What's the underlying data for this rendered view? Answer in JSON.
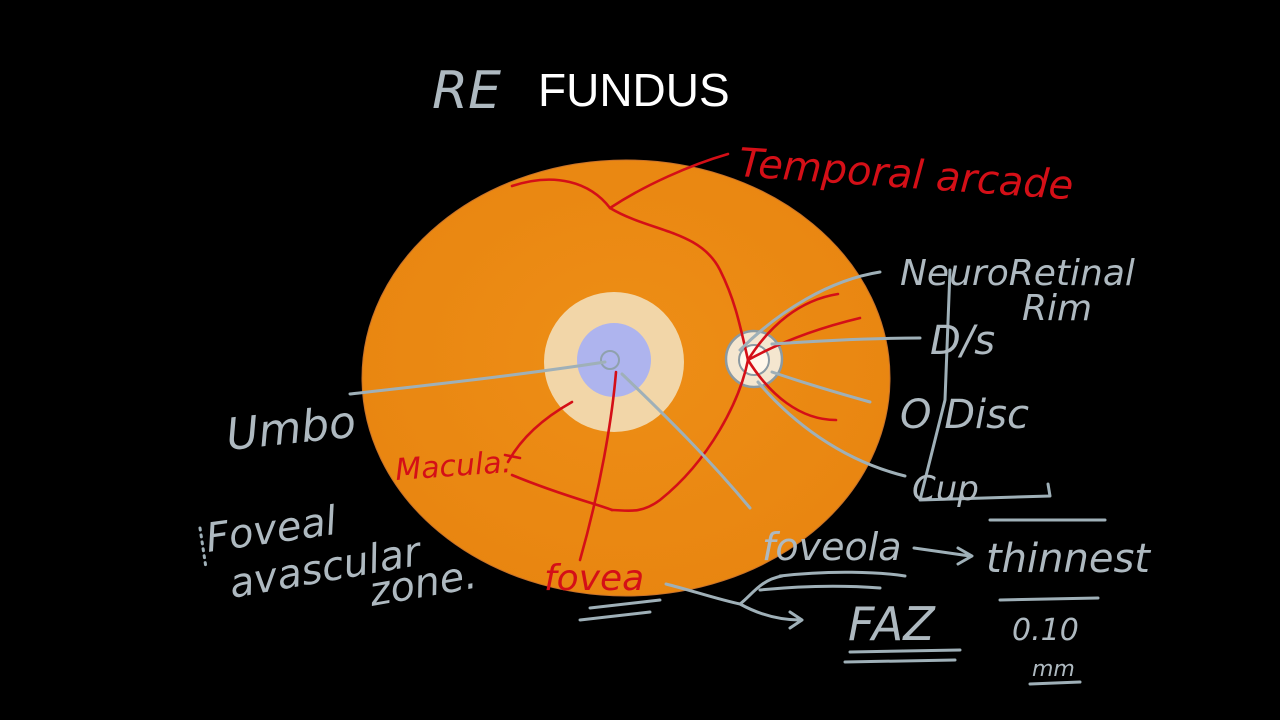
{
  "title": {
    "prefix": "RE",
    "main": "FUNDUS"
  },
  "labels": {
    "temporal_arcade": "Temporal arcade",
    "neuroretinal_rim_line1": "NeuroRetinal",
    "neuroretinal_rim_line2": "Rim",
    "dis": "D/s",
    "o_disc": "O Disc",
    "cup": "Cup",
    "umbo": "Umbo",
    "macula": "Macula.",
    "foveal_line1": "Foveal",
    "foveal_line2": "avascular",
    "foveal_line3": "zone.",
    "fovea": "fovea",
    "foveola": "foveola",
    "thinnest": "thinnest",
    "faz": "FAZ",
    "thickness_value": "0.10",
    "thickness_unit": "mm"
  },
  "colors": {
    "background": "#000000",
    "fundus": "#ec8a14",
    "macula": "#f2d6a8",
    "fovea": "#aeb4ee",
    "red_ink": "#d40f17",
    "grey_ink": "#aeb9c0",
    "title": "#ffffff"
  }
}
